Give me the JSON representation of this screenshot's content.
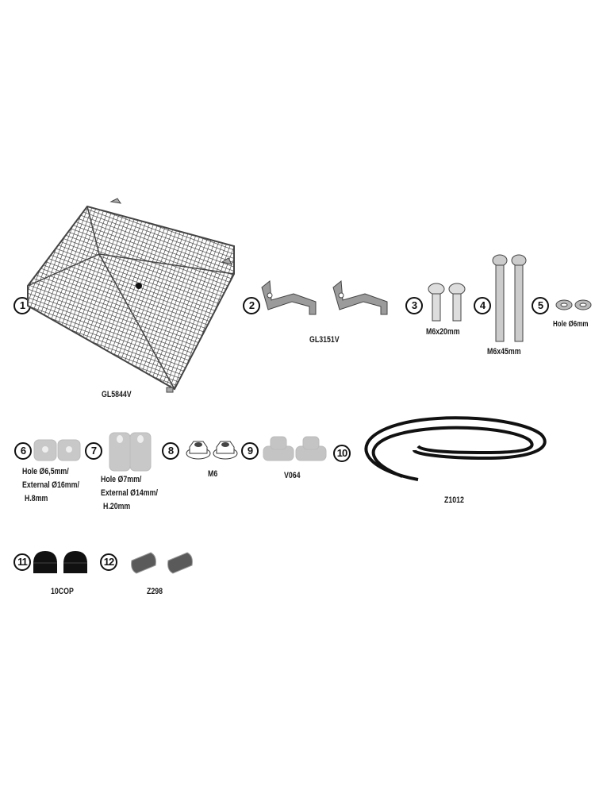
{
  "parts": [
    {
      "number": "1",
      "code": "GL5844V",
      "icon": "radiator-guard-grid-icon"
    },
    {
      "number": "2",
      "code": "GL3151V",
      "icon": "bracket-icon"
    },
    {
      "number": "3",
      "code": "M6x20mm",
      "icon": "short-bolt-icon"
    },
    {
      "number": "4",
      "code": "M6x45mm",
      "icon": "long-bolt-icon"
    },
    {
      "number": "5",
      "code": "Hole Ø6mm",
      "icon": "washer-icon"
    },
    {
      "number": "6",
      "lines": [
        "Hole Ø6,5mm/",
        "External Ø16mm/",
        "H.8mm"
      ],
      "icon": "short-spacer-icon"
    },
    {
      "number": "7",
      "lines": [
        "Hole Ø7mm/",
        "External Ø14mm/",
        "H.20mm"
      ],
      "icon": "tall-spacer-icon"
    },
    {
      "number": "8",
      "code": "M6",
      "icon": "flange-nut-icon"
    },
    {
      "number": "9",
      "code": "V064",
      "icon": "stepped-bushing-icon"
    },
    {
      "number": "10",
      "code": "Z1012",
      "icon": "rubber-strip-icon"
    },
    {
      "number": "11",
      "code": "10COP",
      "icon": "cap-nut-cover-icon"
    },
    {
      "number": "12",
      "code": "Z298",
      "icon": "rubber-pad-icon"
    }
  ]
}
